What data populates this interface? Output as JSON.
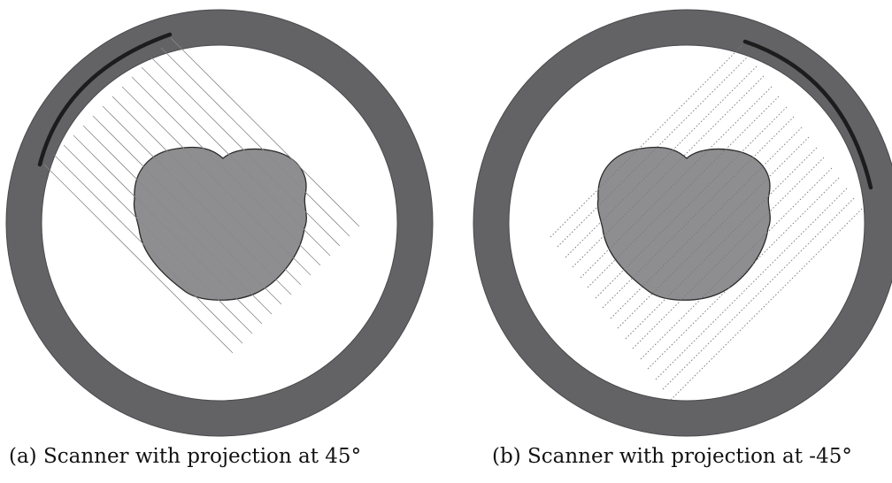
{
  "figure": {
    "panels": [
      {
        "caption": "(a) Scanner with projection at 45°",
        "projection_angle_deg": 45,
        "ray_style": "solid"
      },
      {
        "caption": "(b) Scanner with projection at -45°",
        "projection_angle_deg": -45,
        "ray_style": "dotted"
      }
    ],
    "colors": {
      "ring": "#636366",
      "ring_edge": "#4a4a4d",
      "object_fill": "#8e8e91",
      "object_stroke": "#2a2a2a",
      "detector": "#1c1c1c",
      "ray": "#8a8a8a",
      "background": "#ffffff"
    }
  }
}
